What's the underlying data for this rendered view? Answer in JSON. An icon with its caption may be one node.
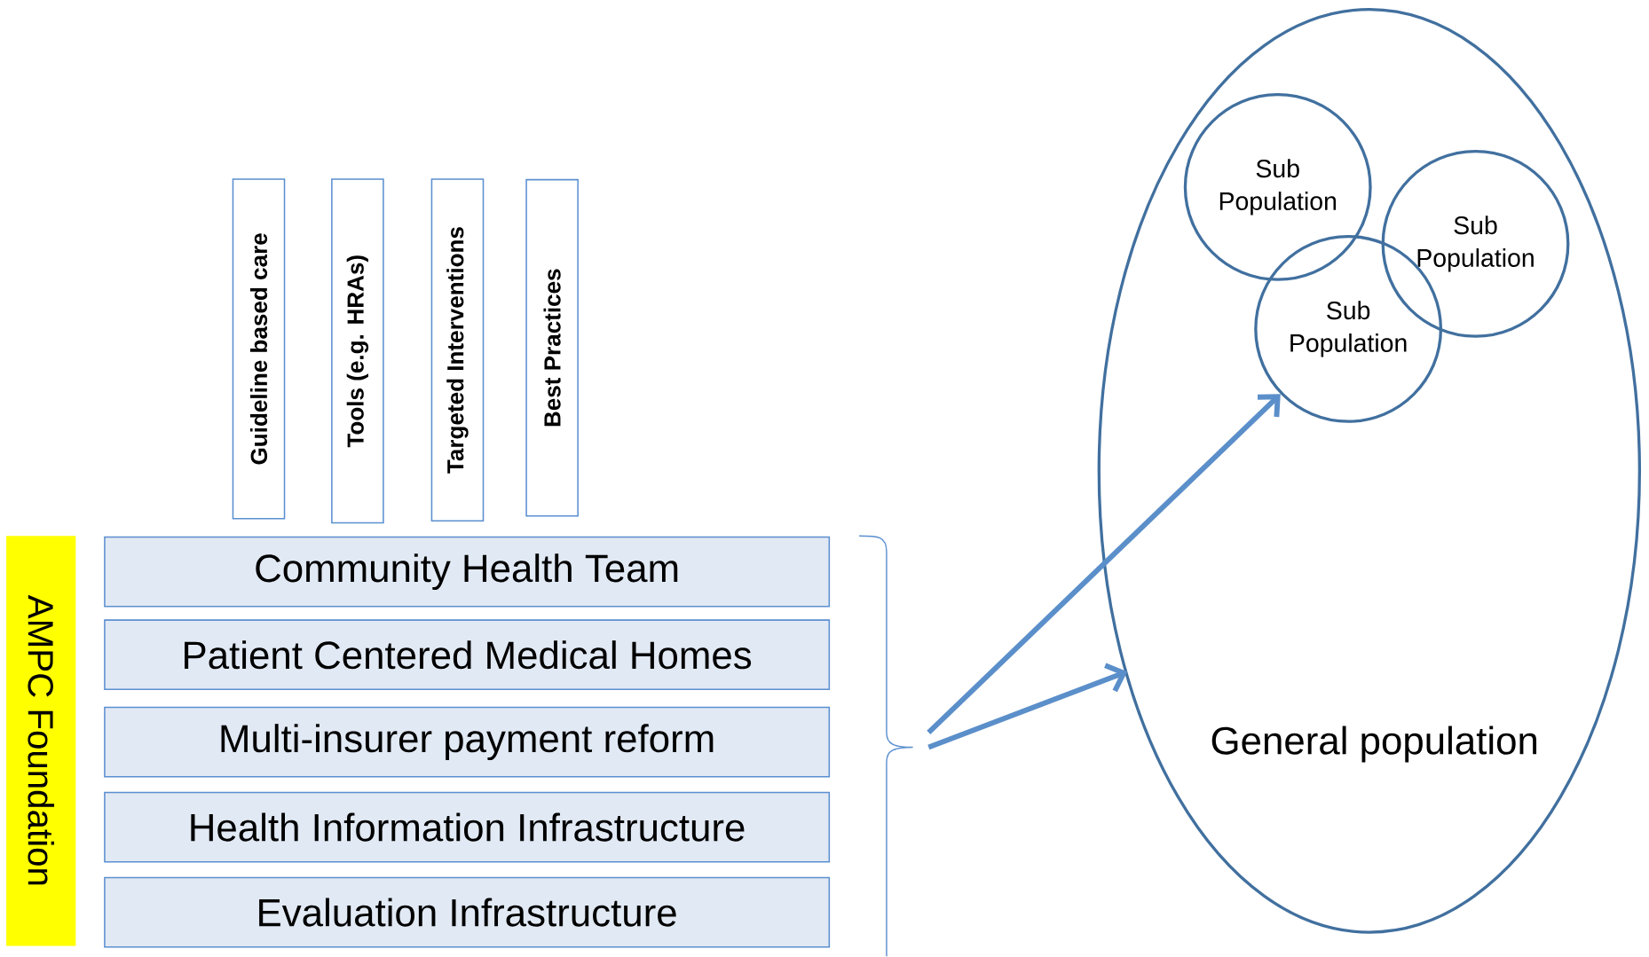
{
  "diagram": {
    "nodes": [
      {
        "text": [
          "AMPC Foundation"
        ]
      },
      {
        "text": [
          "Guideline based care"
        ]
      },
      {
        "text": [
          "Tools (e.g. HRAs)"
        ]
      },
      {
        "text": [
          "Targeted Interventions"
        ]
      },
      {
        "text": [
          "Best Practices"
        ]
      },
      {
        "text": [
          "Community Health Team"
        ]
      },
      {
        "text": [
          "Patient Centered Medical Homes"
        ]
      },
      {
        "text": [
          "Multi-insurer payment reform"
        ]
      },
      {
        "text": [
          "Health Information Infrastructure"
        ]
      },
      {
        "text": [
          "Evaluation Infrastructure"
        ]
      },
      {
        "text": [
          "General population"
        ]
      },
      {
        "text": [
          "Sub Population"
        ],
        "in": 10
      },
      {
        "text": [
          "Sub Population"
        ],
        "in": 10
      },
      {
        "text": [
          "Sub Population"
        ],
        "in": 10
      }
    ],
    "edges": [
      {
        "from": null,
        "to": 13,
        "arrow": "to"
      },
      {
        "from": null,
        "to": 10,
        "arrow": "to"
      }
    ]
  }
}
